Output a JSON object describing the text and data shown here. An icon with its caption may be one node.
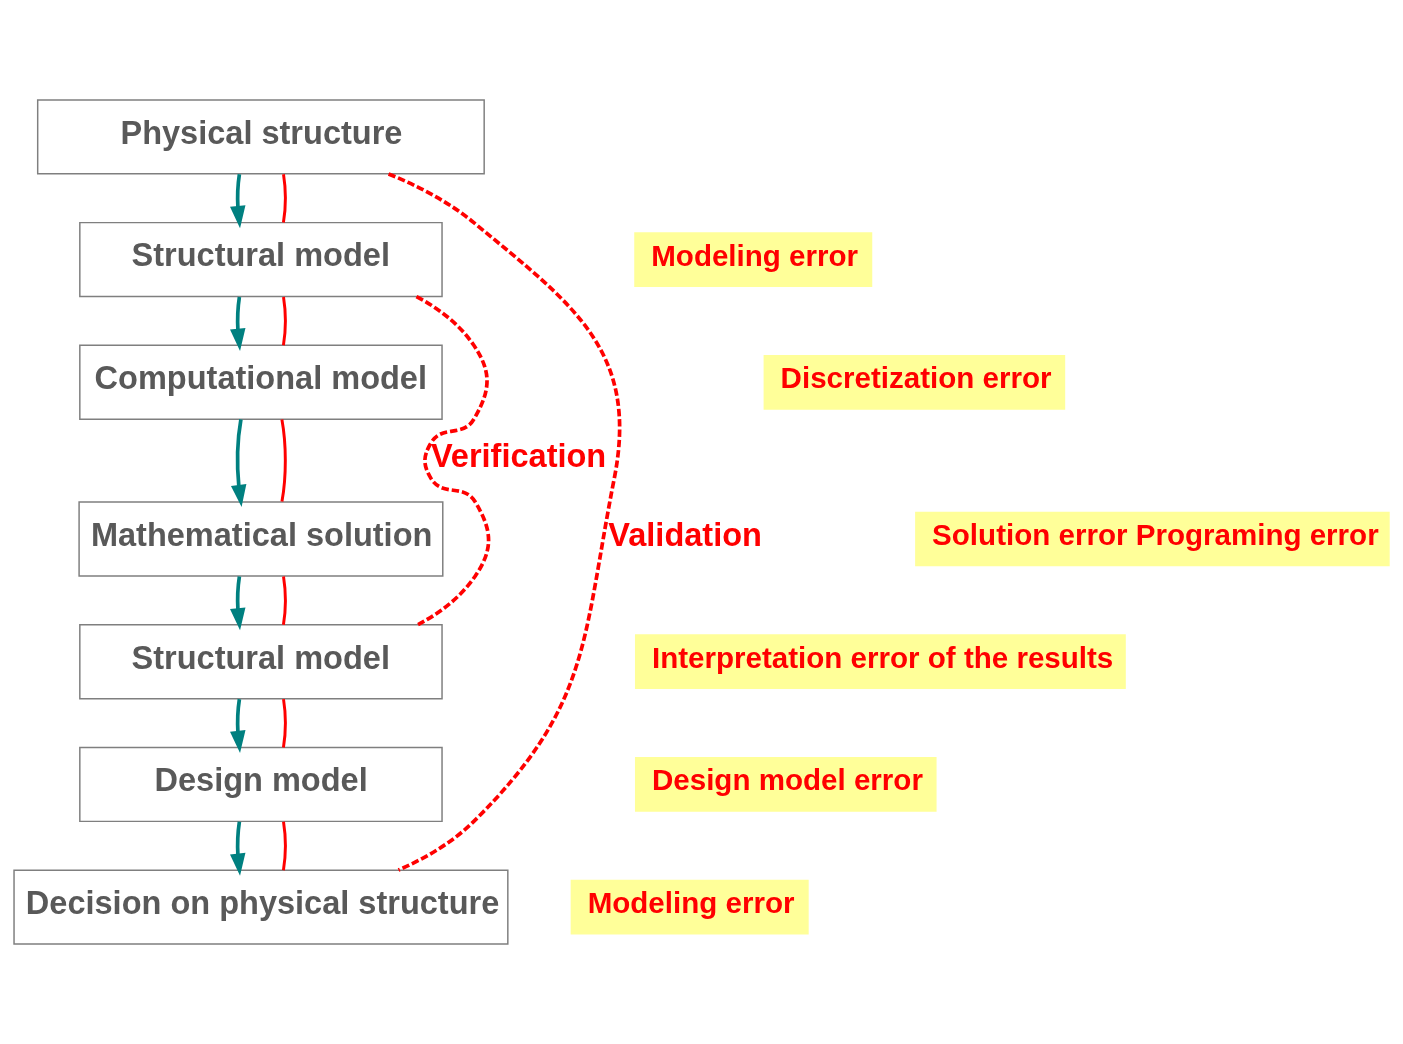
{
  "diagram": {
    "nodes": [
      {
        "text": [
          "Physical structure"
        ]
      },
      {
        "text": [
          "Structural model"
        ]
      },
      {
        "text": [
          "Computational model"
        ]
      },
      {
        "text": [
          "Mathematical solution"
        ]
      },
      {
        "text": [
          "Structural model"
        ]
      },
      {
        "text": [
          "Design model"
        ]
      },
      {
        "text": [
          "Decision on physical structure"
        ]
      },
      {
        "text": [
          "Modeling error"
        ]
      },
      {
        "text": [
          "Discretization error"
        ]
      },
      {
        "text": [
          "Solution error Programing error"
        ]
      },
      {
        "text": [
          "Interpretation error of the results"
        ]
      },
      {
        "text": [
          "Design model error"
        ]
      },
      {
        "text": [
          "Modeling error"
        ]
      }
    ],
    "edges": [
      {
        "from": 0,
        "to": 1,
        "arrow": "to",
        "color": "#008080"
      },
      {
        "from": 1,
        "to": 2,
        "arrow": "to",
        "color": "#008080"
      },
      {
        "from": 2,
        "to": 3,
        "arrow": "to",
        "color": "#008080"
      },
      {
        "from": 3,
        "to": 4,
        "arrow": "to",
        "color": "#008080"
      },
      {
        "from": 4,
        "to": 5,
        "arrow": "to",
        "color": "#008080"
      },
      {
        "from": 5,
        "to": 6,
        "arrow": "to",
        "color": "#008080"
      },
      {
        "from": 0,
        "to": 1,
        "arrow": "none",
        "color": "#ff0000"
      },
      {
        "from": 1,
        "to": 2,
        "arrow": "none",
        "color": "#ff0000"
      },
      {
        "from": 2,
        "to": 3,
        "arrow": "none",
        "color": "#ff0000"
      },
      {
        "from": 3,
        "to": 4,
        "arrow": "none",
        "color": "#ff0000"
      },
      {
        "from": 4,
        "to": 5,
        "arrow": "none",
        "color": "#ff0000"
      },
      {
        "from": 5,
        "to": 6,
        "arrow": "none",
        "color": "#ff0000"
      },
      {
        "from": 1,
        "to": 4,
        "arrow": "none",
        "label": "Verification",
        "style": "dashed",
        "color": "#ff0000"
      },
      {
        "from": 0,
        "to": 6,
        "arrow": "none",
        "label": "Validation",
        "style": "dashed",
        "color": "#ff0000"
      }
    ]
  }
}
